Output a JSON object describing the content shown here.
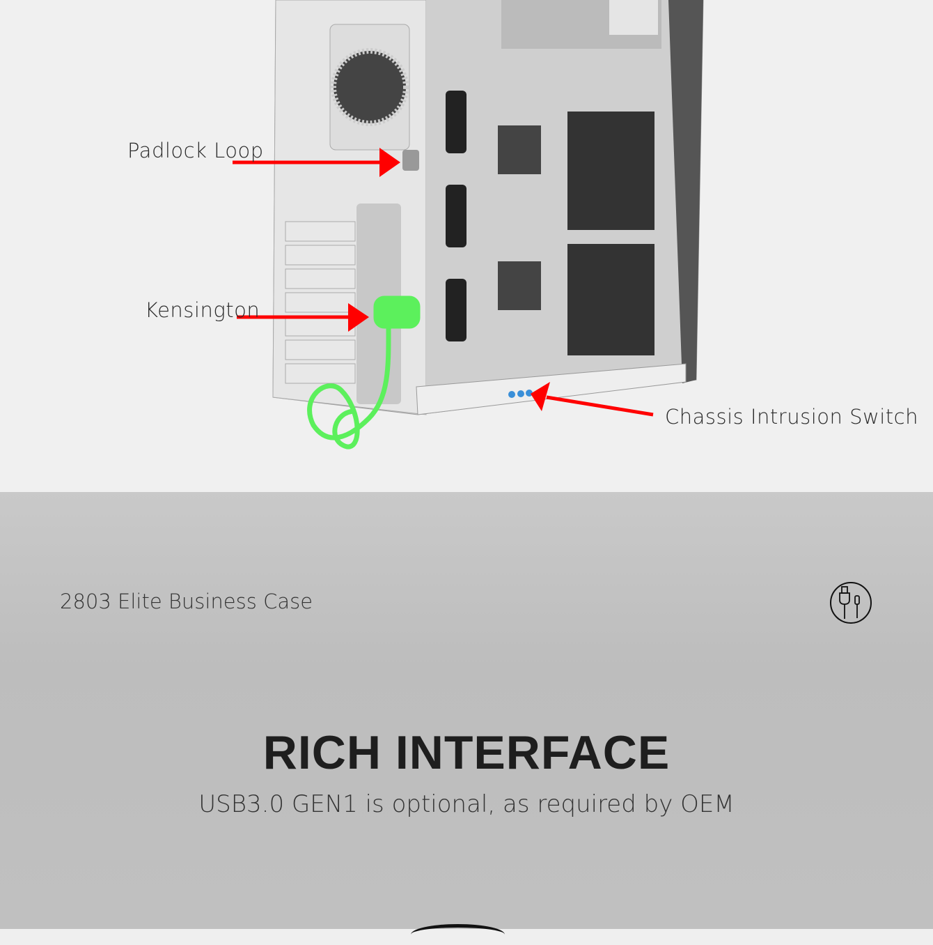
{
  "callouts": {
    "padlock": "Padlock Loop",
    "kensington": "Kensington",
    "intrusion": "Chassis Intrusion Switch"
  },
  "colors": {
    "arrow": "#ff0000",
    "cable": "#5cf05c"
  },
  "section": {
    "product_name": "2803 Elite Business Case",
    "icon": "usb-cable-icon",
    "headline": "RICH INTERFACE",
    "subheadline": "USB3.0 GEN1 is optional, as required by OEM"
  }
}
